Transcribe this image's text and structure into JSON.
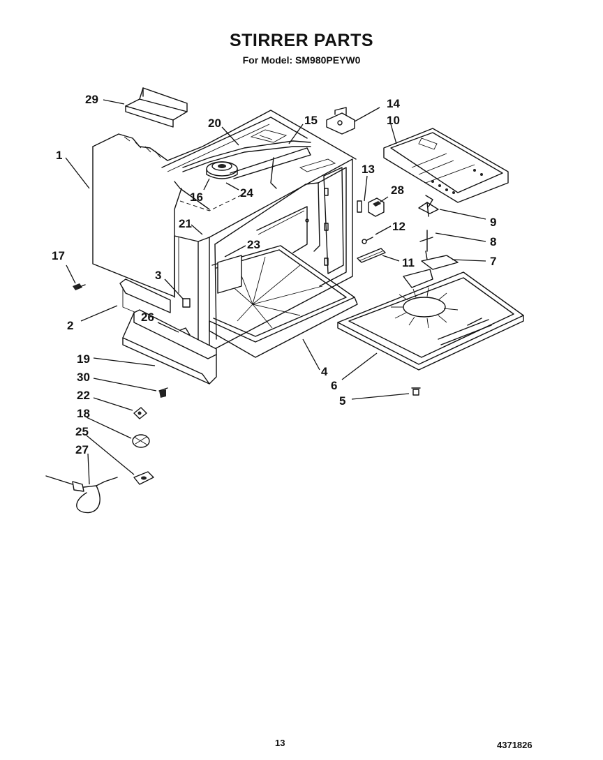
{
  "title": "STIRRER PARTS",
  "subtitle": "For Model: SM980PEYW0",
  "page_number": "13",
  "document_number": "4371826",
  "callouts": {
    "c1": "1",
    "c2": "2",
    "c3": "3",
    "c4": "4",
    "c5": "5",
    "c6": "6",
    "c7": "7",
    "c8": "8",
    "c9": "9",
    "c10": "10",
    "c11": "11",
    "c12": "12",
    "c13": "13",
    "c14": "14",
    "c15": "15",
    "c16": "16",
    "c17": "17",
    "c18": "18",
    "c19": "19",
    "c20": "20",
    "c21": "21",
    "c22": "22",
    "c23": "23",
    "c24": "24",
    "c25": "25",
    "c26": "26",
    "c27": "27",
    "c28": "28",
    "c29": "29",
    "c30": "30"
  }
}
